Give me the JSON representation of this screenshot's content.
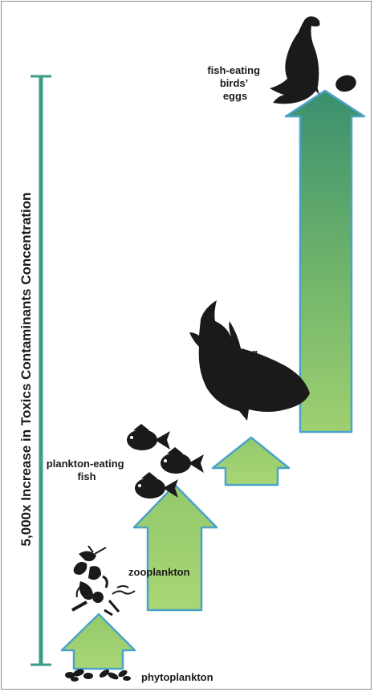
{
  "axis": {
    "label": "5,000x Increase in Toxics Contaminants Concentration",
    "bar_color": "#3d9c85"
  },
  "levels": [
    {
      "label": "phytoplankton",
      "icon": "phytoplankton-icon"
    },
    {
      "label": "zooplankton",
      "icon": "zooplankton-icon"
    },
    {
      "label_lines": [
        "plankton-eating",
        "fish"
      ],
      "icon": "small-fish-icon"
    },
    {
      "label_lines": [
        "fish-eating",
        "fish"
      ],
      "icon": "large-fish-icon"
    },
    {
      "label_lines": [
        "fish-eating",
        "birds’",
        "eggs"
      ],
      "icon": "bird-with-egg-icon"
    }
  ],
  "colors": {
    "arrow_light": "#9fcf6f",
    "arrow_dark": "#3b8f6f",
    "arrow_outline": "#4aa3c8",
    "silhouette": "#1a1a1a"
  }
}
